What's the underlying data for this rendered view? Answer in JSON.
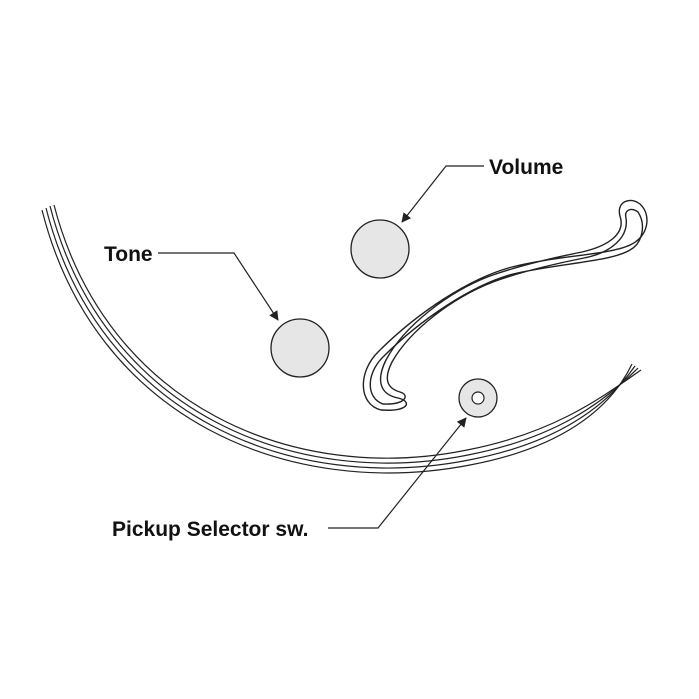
{
  "labels": {
    "volume": "Volume",
    "tone": "Tone",
    "pickup_selector": "Pickup Selector sw."
  },
  "colors": {
    "background": "#ffffff",
    "line": "#222222",
    "knob_fill": "#e6e6e6"
  }
}
